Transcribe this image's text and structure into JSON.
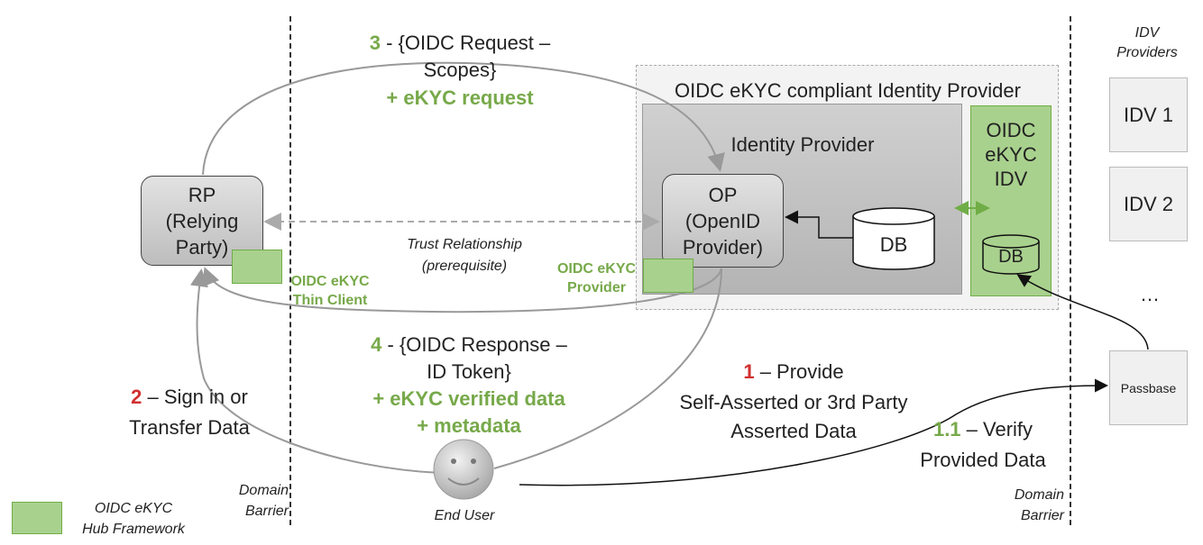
{
  "idv_header": "IDV\nProviders",
  "idv_items": [
    "IDV 1",
    "IDV 2"
  ],
  "ellipsis": "…",
  "provider_container_title": "OIDC eKYC compliant Identity Provider",
  "identity_provider_title": "Identity Provider",
  "op_label": "OP\n(OpenID\nProvider)",
  "db_label": "DB",
  "idv_box_label": "OIDC\neKYC\nIDV",
  "idv_db_label": "DB",
  "rp_label": "RP\n(Relying\nParty)",
  "thin_client_label": "OIDC eKYC\nThin Client",
  "ekyc_provider_label": "OIDC eKYC\nProvider",
  "trust_label": "Trust Relationship\n(prerequisite)",
  "step3": {
    "num": "3",
    "text": " - {OIDC Request –\nScopes}",
    "extra": "+ eKYC request"
  },
  "step4": {
    "num": "4",
    "text": " - {OIDC Response  –\nID Token}",
    "extra1": "+ eKYC verified data",
    "extra2": "+ metadata"
  },
  "step1": {
    "num": "1",
    "text": " – Provide",
    "text2": "Self-Asserted or 3rd Party\nAsserted Data"
  },
  "step11": {
    "num": "1.1",
    "text": " – Verify",
    "text2": "Provided Data"
  },
  "step2": {
    "num": "2",
    "text": " – Sign in or",
    "text2": "Transfer Data"
  },
  "passbase_label": "Passbase",
  "end_user_label": "End User",
  "domain_barrier_left": "Domain\nBarrier",
  "domain_barrier_right": "Domain\nBarrier",
  "legend_label": "OIDC eKYC\nHub Framework",
  "colors": {
    "green_fill": "#a9d18e",
    "green_border": "#70ad47",
    "green_text": "#77a94a",
    "red_text": "#d13030",
    "gray_box": "#c6c6c6"
  }
}
